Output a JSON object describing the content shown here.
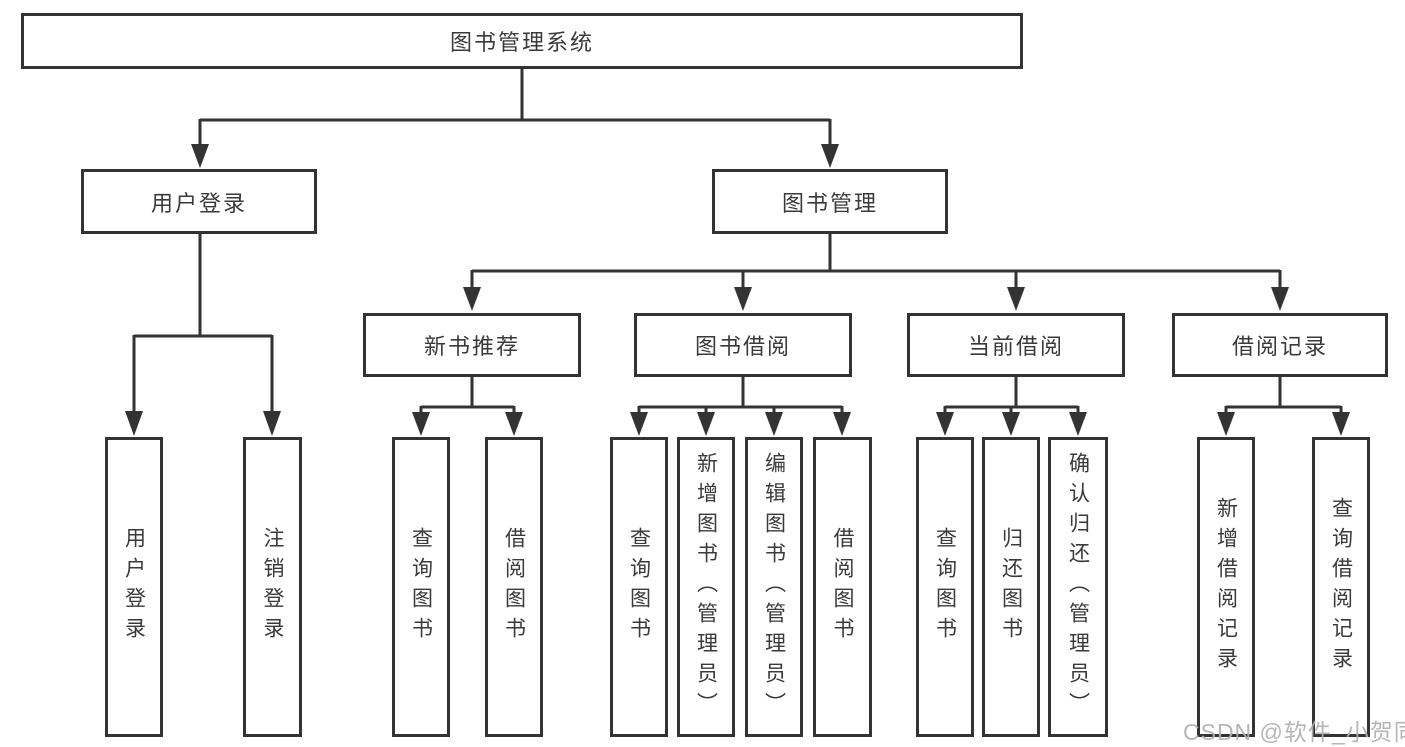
{
  "diagram": {
    "type": "hierarchy-tree",
    "title": "图书管理系统",
    "nodes": {
      "root": {
        "label": "图书管理系统"
      },
      "user_login": {
        "label": "用户登录"
      },
      "book_mgmt": {
        "label": "图书管理"
      },
      "new_books": {
        "label": "新书推荐"
      },
      "book_borrow": {
        "label": "图书借阅"
      },
      "current_borrow": {
        "label": "当前借阅"
      },
      "borrow_records": {
        "label": "借阅记录"
      },
      "leaf_user_login": {
        "label": "用户登录"
      },
      "leaf_logout": {
        "label": "注销登录"
      },
      "leaf_nb_query": {
        "label": "查询图书"
      },
      "leaf_nb_borrow": {
        "label": "借阅图书"
      },
      "leaf_bw_query": {
        "label": "查询图书"
      },
      "leaf_bw_add": {
        "label": "新增图书（管理员）"
      },
      "leaf_bw_edit": {
        "label": "编辑图书（管理员）"
      },
      "leaf_bw_borrow": {
        "label": "借阅图书"
      },
      "leaf_cu_query": {
        "label": "查询图书"
      },
      "leaf_cu_return": {
        "label": "归还图书"
      },
      "leaf_cu_confirm": {
        "label": "确认归还（管理员）"
      },
      "leaf_rc_add": {
        "label": "新增借阅记录"
      },
      "leaf_rc_query": {
        "label": "查询借阅记录"
      }
    },
    "edges": [
      "图书管理系统 -> 用户登录",
      "图书管理系统 -> 图书管理",
      "用户登录 -> 用户登录(叶), 注销登录",
      "图书管理 -> 新书推荐, 图书借阅, 当前借阅, 借阅记录",
      "新书推荐 -> 查询图书, 借阅图书",
      "图书借阅 -> 查询图书, 新增图书（管理员）, 编辑图书（管理员）, 借阅图书",
      "当前借阅 -> 查询图书, 归还图书, 确认归还（管理员）",
      "借阅记录 -> 新增借阅记录, 查询借阅记录"
    ],
    "colors": {
      "line": "#333333",
      "box_border": "#333333",
      "box_fill": "#ffffff",
      "text": "#3a3a3a",
      "watermark": "#b0b0b0",
      "background": "#ffffff"
    },
    "watermark": {
      "text": "CSDN @软件_小贺同学"
    }
  }
}
